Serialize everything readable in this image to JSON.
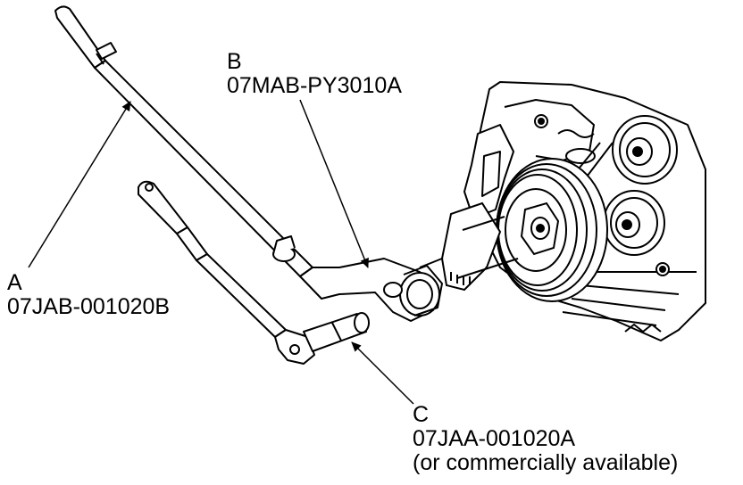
{
  "colors": {
    "ink": "#000000",
    "paper": "#ffffff",
    "shade": "#c8c8c8"
  },
  "callouts": {
    "a": {
      "letter": "A",
      "part_number": "07JAB-001020B"
    },
    "b": {
      "letter": "B",
      "part_number": "07MAB-PY3010A"
    },
    "c": {
      "letter": "C",
      "part_number": "07JAA-001020A",
      "note": "(or commercially available)"
    }
  }
}
